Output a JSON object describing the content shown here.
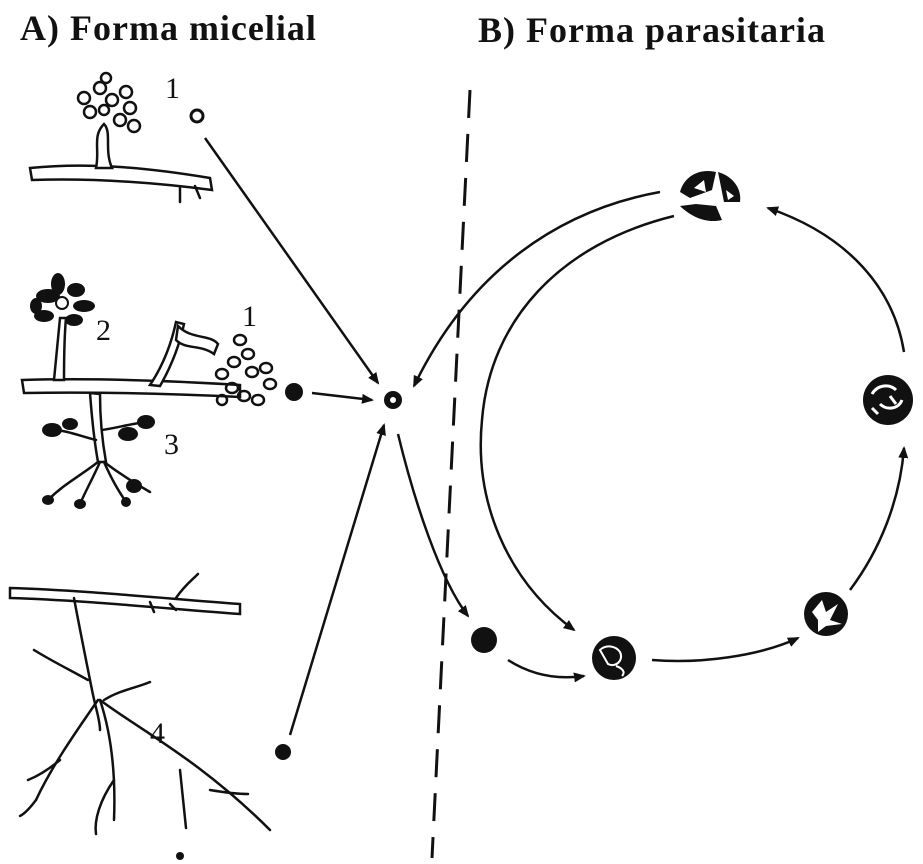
{
  "titles": {
    "a": "A) Forma micelial",
    "b": "B) Forma parasitaria"
  },
  "labels": {
    "n1_top": "1",
    "n1_mid": "1",
    "n2": "2",
    "n3": "3",
    "n4": "4"
  }
}
